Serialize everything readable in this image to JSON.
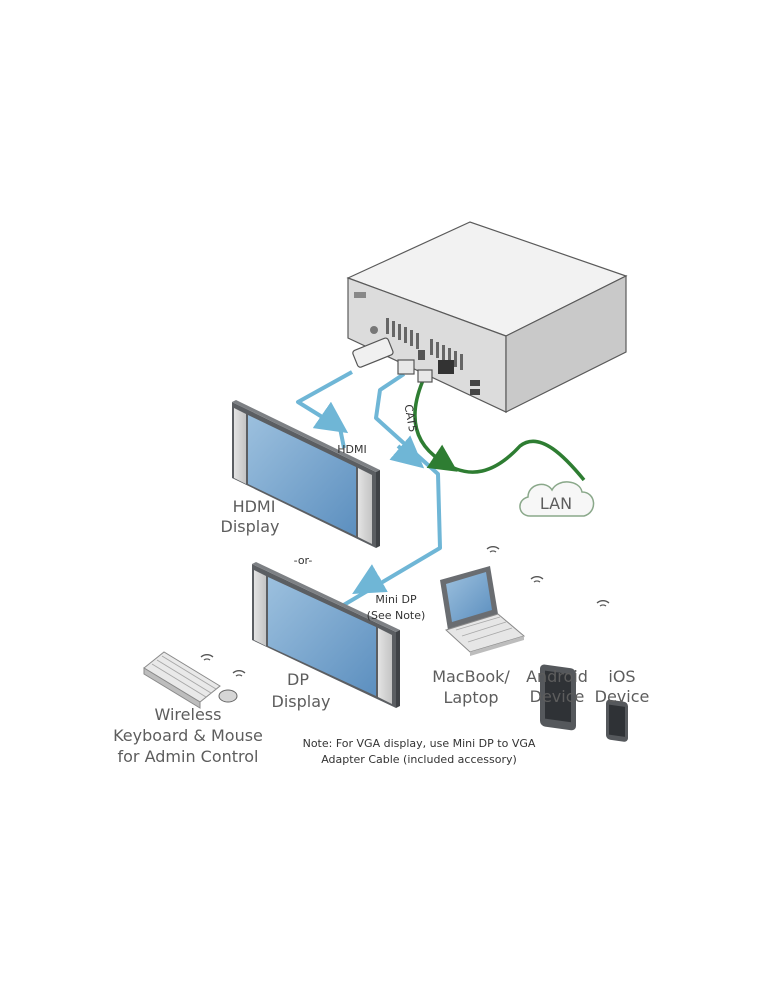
{
  "devices": {
    "hdmi_display": [
      "HDMI",
      "Display"
    ],
    "dp_display": [
      "DP",
      "Display"
    ],
    "keyboard_mouse": [
      "Wireless",
      "Keyboard & Mouse",
      "for Admin Control"
    ],
    "laptop": [
      "MacBook/",
      "Laptop"
    ],
    "android": [
      "Android",
      "Device"
    ],
    "ios": [
      "iOS",
      "Device"
    ]
  },
  "cables": {
    "hdmi": "HDMI",
    "mini_dp": [
      "Mini DP",
      "(See Note)"
    ],
    "cat5": "CAT5"
  },
  "network": {
    "lan": "LAN"
  },
  "separator": "-or-",
  "note": [
    "Note: For VGA display, use Mini DP to VGA",
    "Adapter Cable (included accessory)"
  ],
  "colors": {
    "video_cable": "#6fb6d6",
    "lan_cable": "#2e7d32",
    "screen": "#6f9dc6",
    "device_body": "#5f6266",
    "label_text": "#5d5d5d"
  }
}
